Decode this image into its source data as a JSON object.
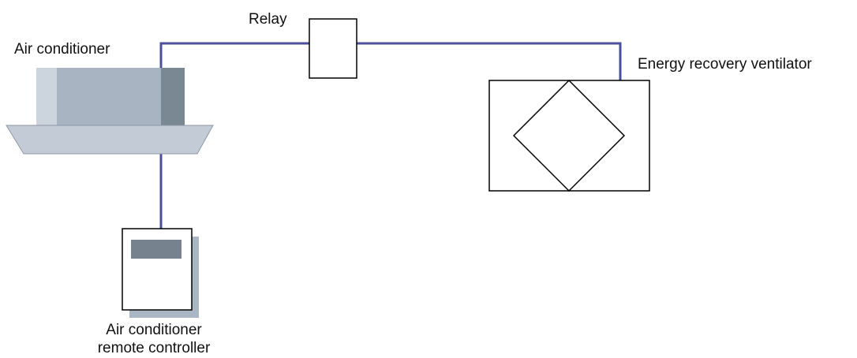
{
  "labels": {
    "relay": "Relay",
    "air_conditioner": "Air conditioner",
    "energy_recovery_ventilator": "Energy recovery ventilator",
    "remote_controller_line1": "Air conditioner",
    "remote_controller_line2": "remote controller"
  },
  "colors": {
    "wire": "#4a4f9e",
    "ac_body": "#a8b4c2",
    "ac_body_light": "#ccd4de",
    "ac_body_dark": "#7a8894",
    "ac_panel": "#c3ccd6",
    "remote_shadow": "#a9b6c3",
    "remote_display": "#76838f",
    "outline": "#000000"
  }
}
